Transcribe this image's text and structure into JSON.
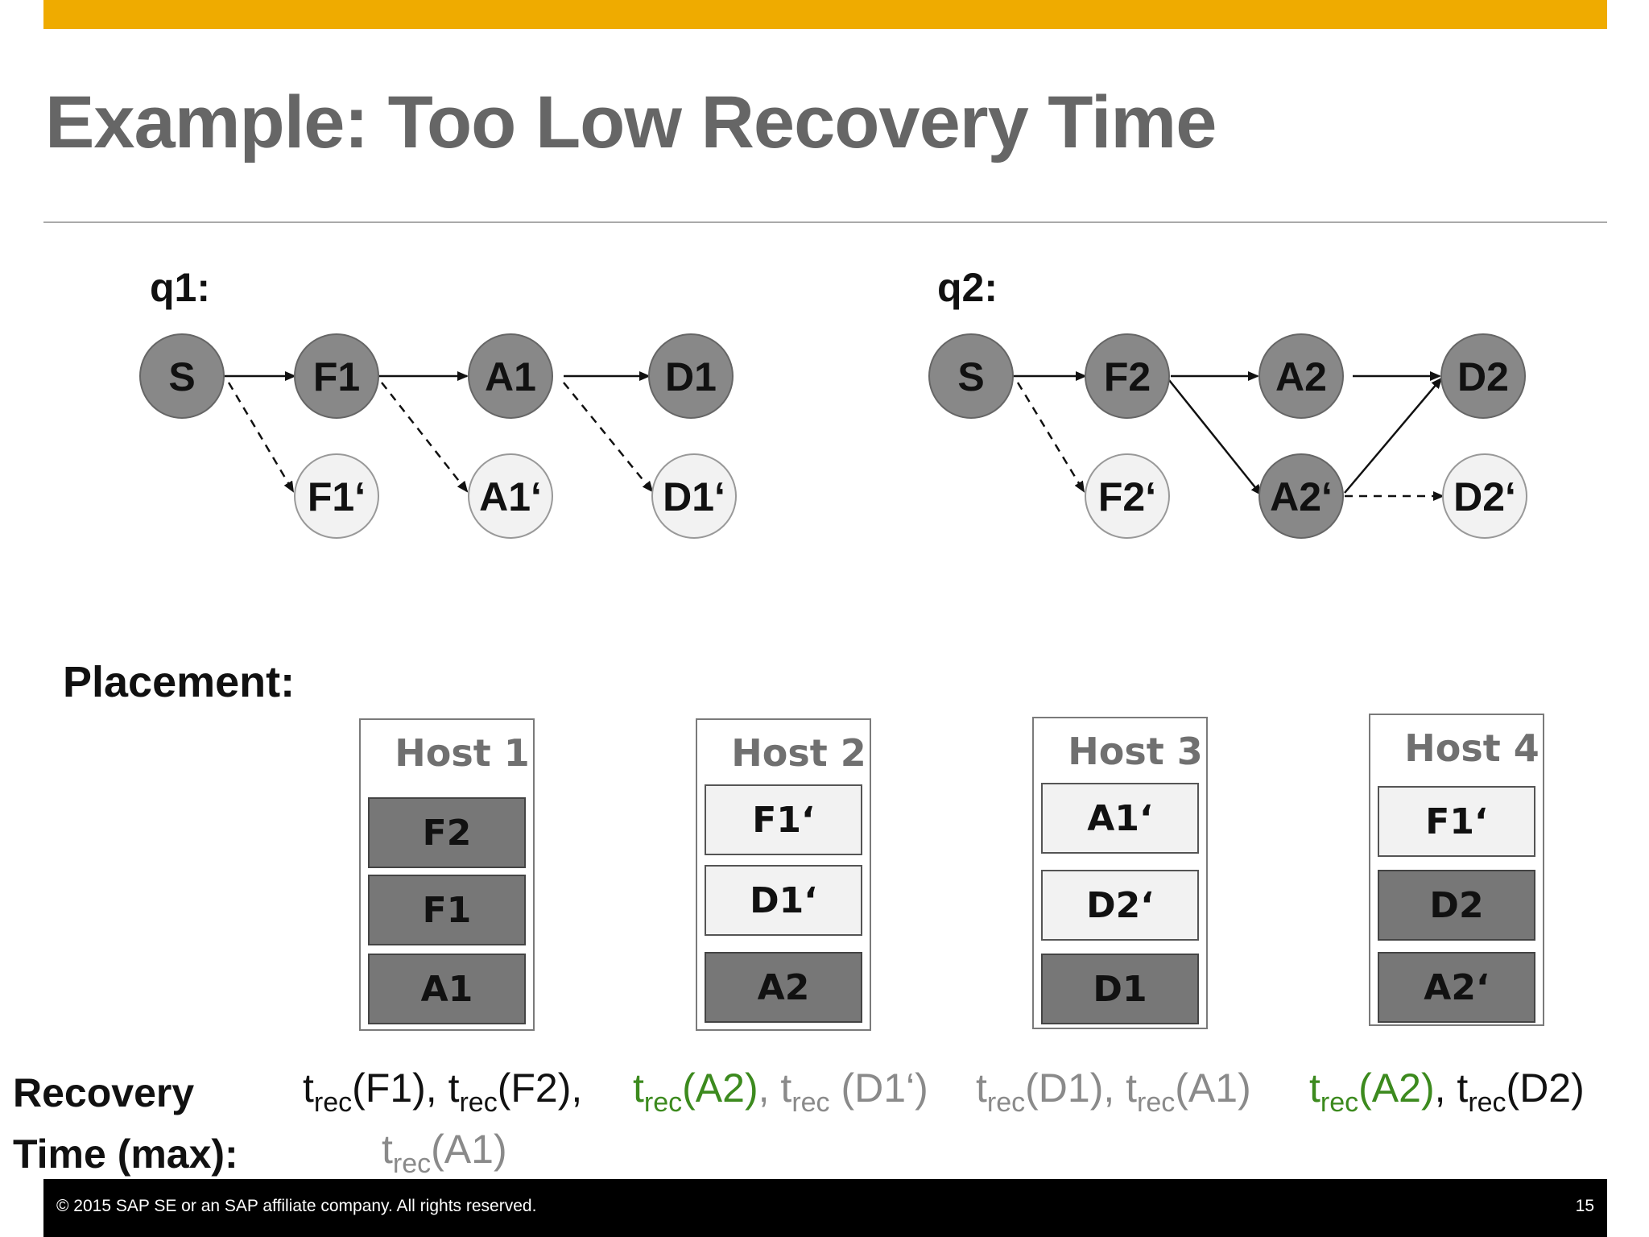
{
  "title": "Example: Too Low Recovery Time",
  "q1": {
    "label": "q1:",
    "nodes": {
      "S": "S",
      "F1": "F1",
      "A1": "A1",
      "D1": "D1",
      "F1p": "F1‘",
      "A1p": "A1‘",
      "D1p": "D1‘"
    }
  },
  "q2": {
    "label": "q2:",
    "nodes": {
      "S": "S",
      "F2": "F2",
      "A2": "A2",
      "D2": "D2",
      "F2p": "F2‘",
      "A2p": "A2‘",
      "D2p": "D2‘"
    }
  },
  "placement_label": "Placement:",
  "hosts": [
    {
      "name": "Host 1",
      "slots": [
        "F2",
        "F1",
        "A1"
      ]
    },
    {
      "name": "Host 2",
      "slots": [
        "F1‘",
        "D1‘",
        "A2"
      ]
    },
    {
      "name": "Host 3",
      "slots": [
        "A1‘",
        "D2‘",
        "D1"
      ]
    },
    {
      "name": "Host 4",
      "slots": [
        "F1‘",
        "D2",
        "A2‘"
      ]
    }
  ],
  "recovery": {
    "label_line1": "Recovery",
    "label_line2": "Time (max):",
    "t": "t",
    "sub": "rec",
    "h1a": "(F1), ",
    "h1b": "(F2),",
    "h1c": "(A1)",
    "h2a": "(A2)",
    "h2sep": ", ",
    "h2b": " (D1‘)",
    "h3a": "(D1), ",
    "h3b": "(A1)",
    "h4a": "(A2)",
    "h4sep": ", ",
    "h4b": "(D2)"
  },
  "colors": {
    "accent": "#efab00",
    "primary_node": "#888888",
    "replica_node": "#f2f2f2",
    "green": "#3c8a1e",
    "grey_text": "#8a8a8a"
  },
  "footer": {
    "copyright": "© 2015 SAP SE or an SAP affiliate company. All rights reserved.",
    "page": "15"
  }
}
